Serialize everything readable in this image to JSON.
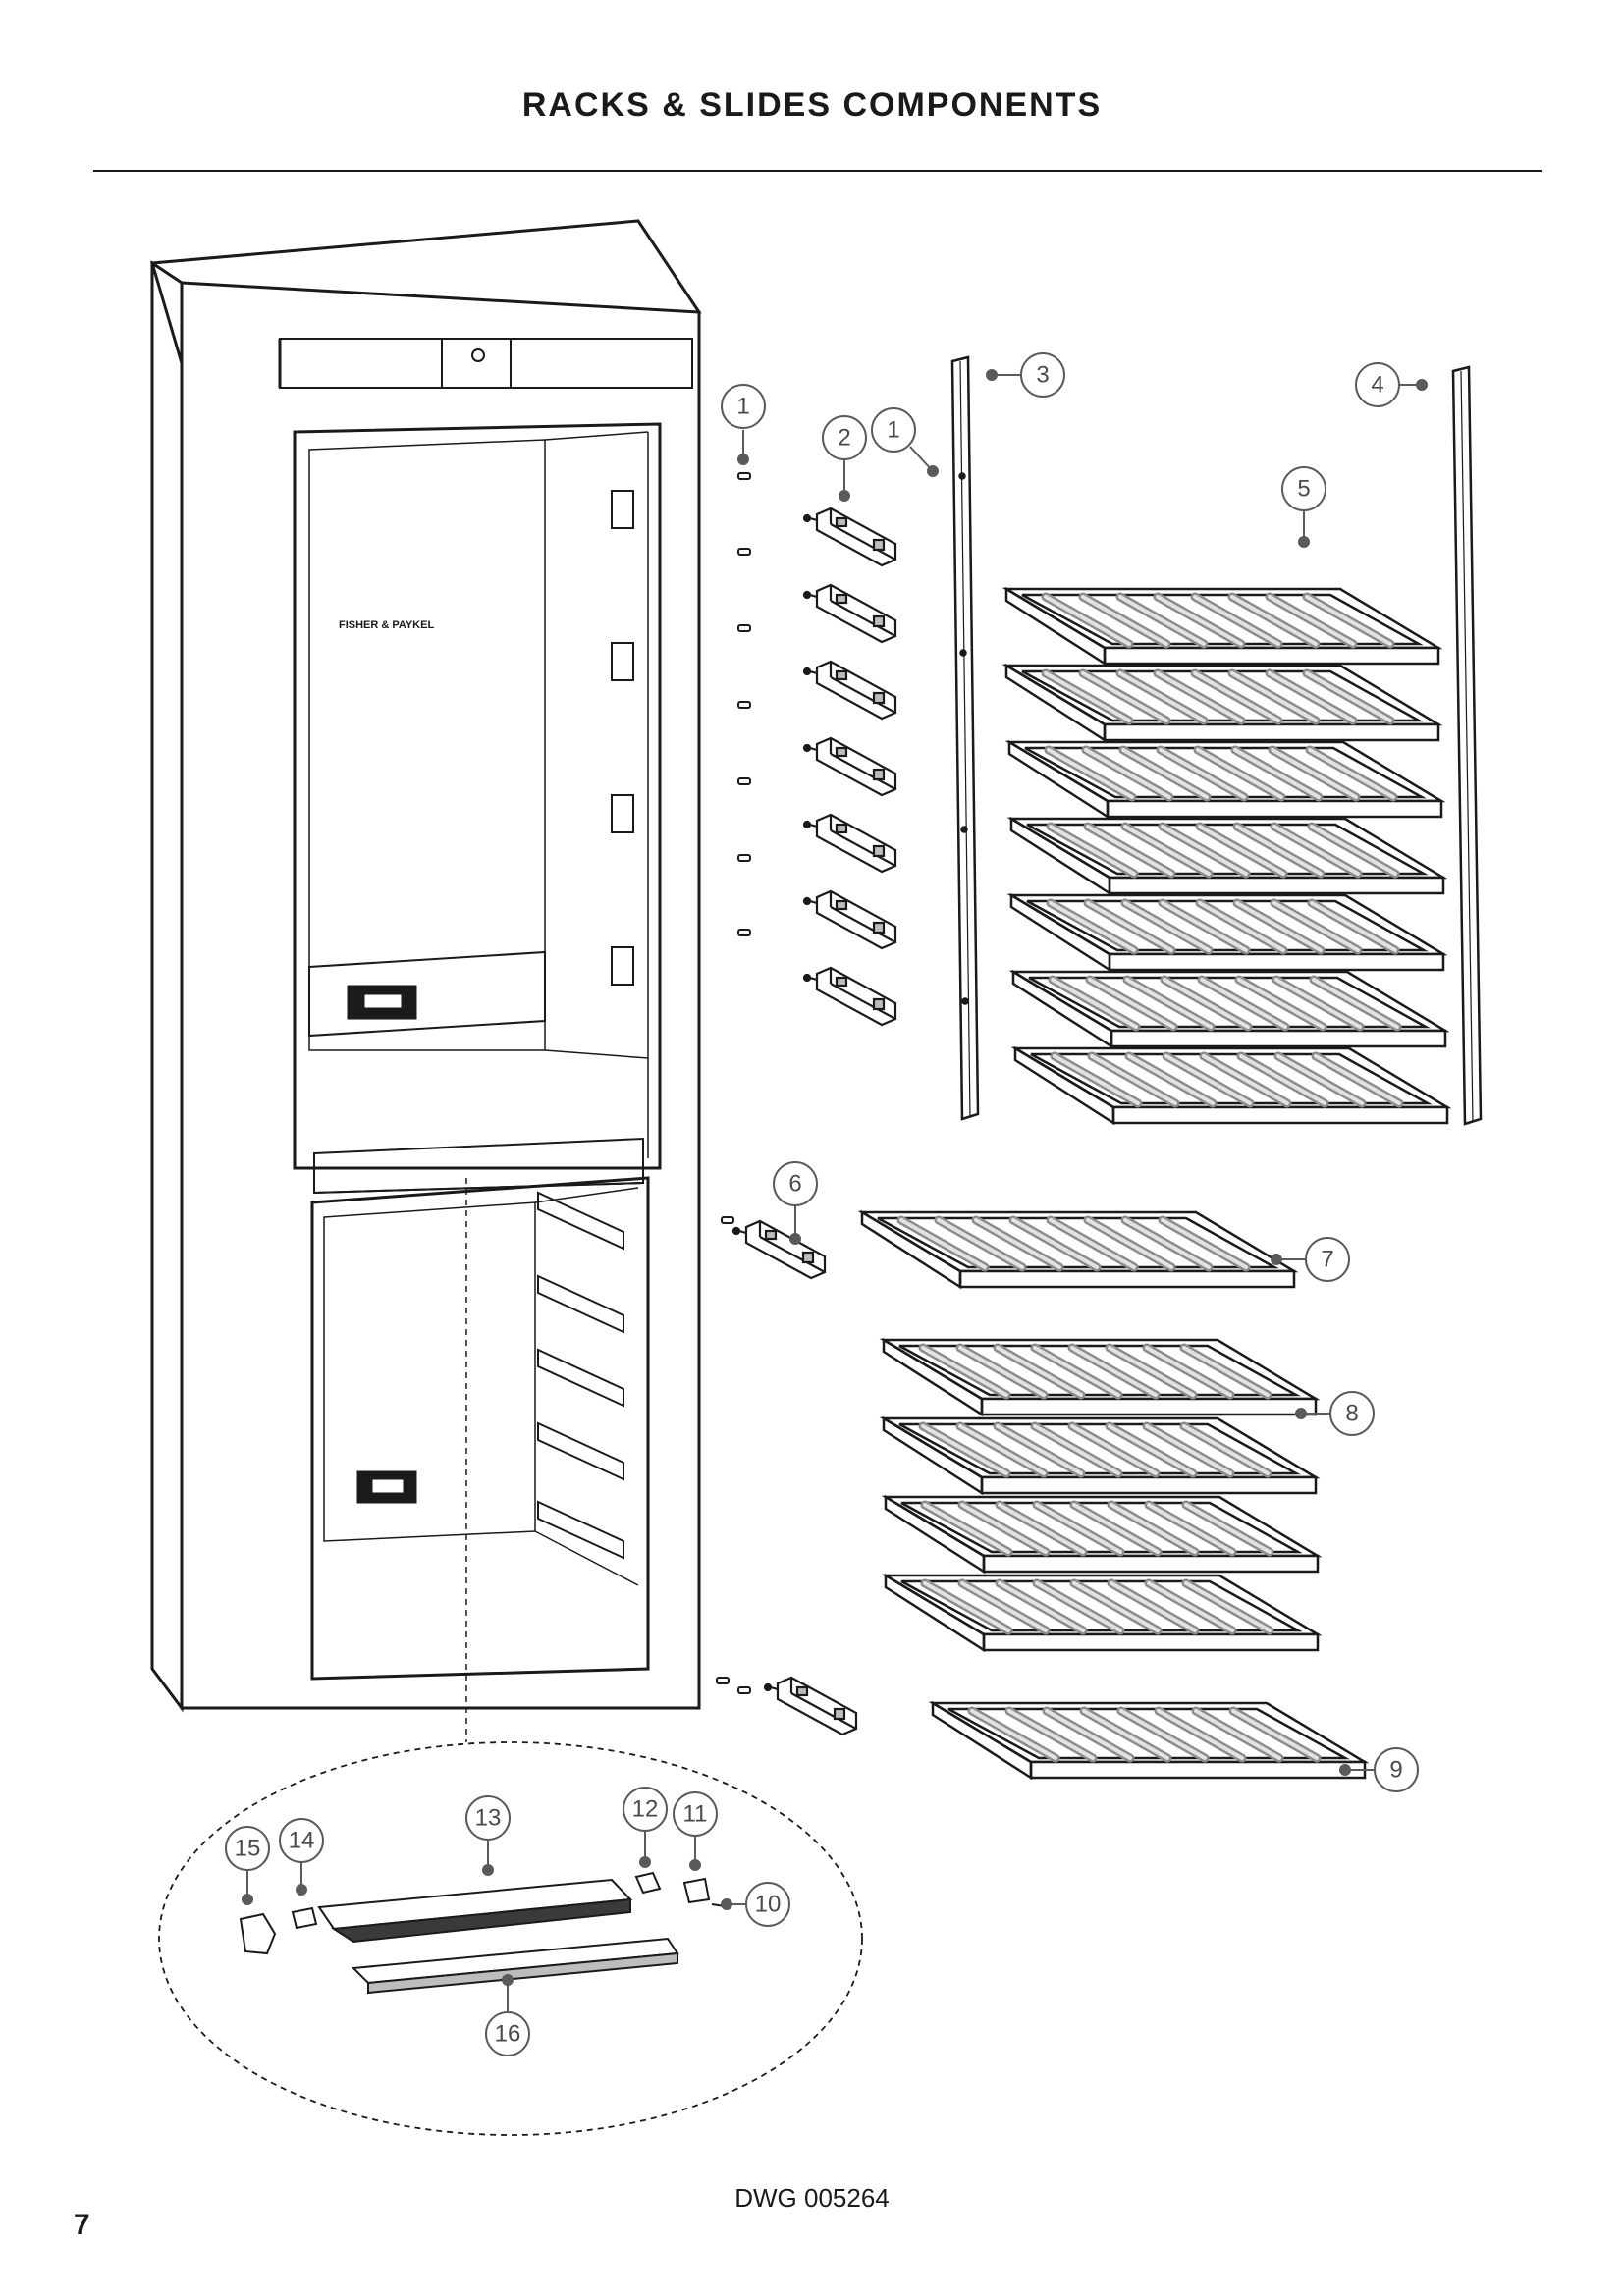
{
  "header": {
    "title": "RACKS & SLIDES COMPONENTS"
  },
  "cabinet": {
    "brand_text": "FISHER & PAYKEL"
  },
  "callouts": {
    "c1a": "1",
    "c1b": "1",
    "c2": "2",
    "c3": "3",
    "c4": "4",
    "c5": "5",
    "c6": "6",
    "c7": "7",
    "c8": "8",
    "c9": "9",
    "c10": "10",
    "c11": "11",
    "c12": "12",
    "c13": "13",
    "c14": "14",
    "c15": "15",
    "c16": "16"
  },
  "footer": {
    "drawing_number": "DWG 005264",
    "page_number": "7"
  },
  "colors": {
    "line": "#1a1a1a",
    "rod_fill": "#d9d9d9",
    "rod_shade": "#9a9a9a",
    "callout": "#5a5a5a"
  }
}
